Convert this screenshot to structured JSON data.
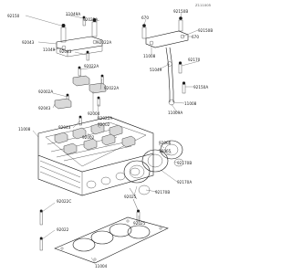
{
  "diagram": {
    "code": "Z111005",
    "parts": [
      {
        "id": "p92150",
        "label": "92150"
      },
      {
        "id": "p11049a",
        "label": "11049A"
      },
      {
        "id": "p92022a",
        "label": "92022A"
      },
      {
        "id": "p92043a",
        "label": "92043"
      },
      {
        "id": "p92022b",
        "label": "92022A"
      },
      {
        "id": "p11049",
        "label": "11049"
      },
      {
        "id": "p92043b",
        "label": "92043"
      },
      {
        "id": "p92022c",
        "label": "92022A"
      },
      {
        "id": "p92002a",
        "label": "92002A"
      },
      {
        "id": "p92022d",
        "label": "92022A"
      },
      {
        "id": "p92043c",
        "label": "92043"
      },
      {
        "id": "p92004",
        "label": "92004"
      },
      {
        "id": "p11008",
        "label": "11008"
      },
      {
        "id": "p92022e",
        "label": "92022A"
      },
      {
        "id": "p92002b",
        "label": "92002"
      },
      {
        "id": "p92043d",
        "label": "92043"
      },
      {
        "id": "p92002c",
        "label": "92002"
      },
      {
        "id": "p92022f",
        "label": "92022C"
      },
      {
        "id": "p92022g",
        "label": "92022"
      },
      {
        "id": "p11004",
        "label": "11004"
      },
      {
        "id": "p92150b",
        "label": "92150B"
      },
      {
        "id": "p670a",
        "label": "670"
      },
      {
        "id": "p92150c",
        "label": "92150B"
      },
      {
        "id": "p670b",
        "label": "670"
      },
      {
        "id": "p11008b",
        "label": "11008"
      },
      {
        "id": "p51049",
        "label": "51049"
      },
      {
        "id": "p92170",
        "label": "92170"
      },
      {
        "id": "p92150a",
        "label": "92150A"
      },
      {
        "id": "p11008c",
        "label": "11008"
      },
      {
        "id": "p11009a",
        "label": "11009A"
      },
      {
        "id": "p92066",
        "label": "92066"
      },
      {
        "id": "p16065",
        "label": "16065"
      },
      {
        "id": "p92170b",
        "label": "92170B"
      },
      {
        "id": "p92170a",
        "label": "92170A"
      },
      {
        "id": "p92025",
        "label": "92025"
      },
      {
        "id": "p92170c",
        "label": "92170B"
      },
      {
        "id": "p92025b",
        "label": "92025"
      }
    ]
  }
}
